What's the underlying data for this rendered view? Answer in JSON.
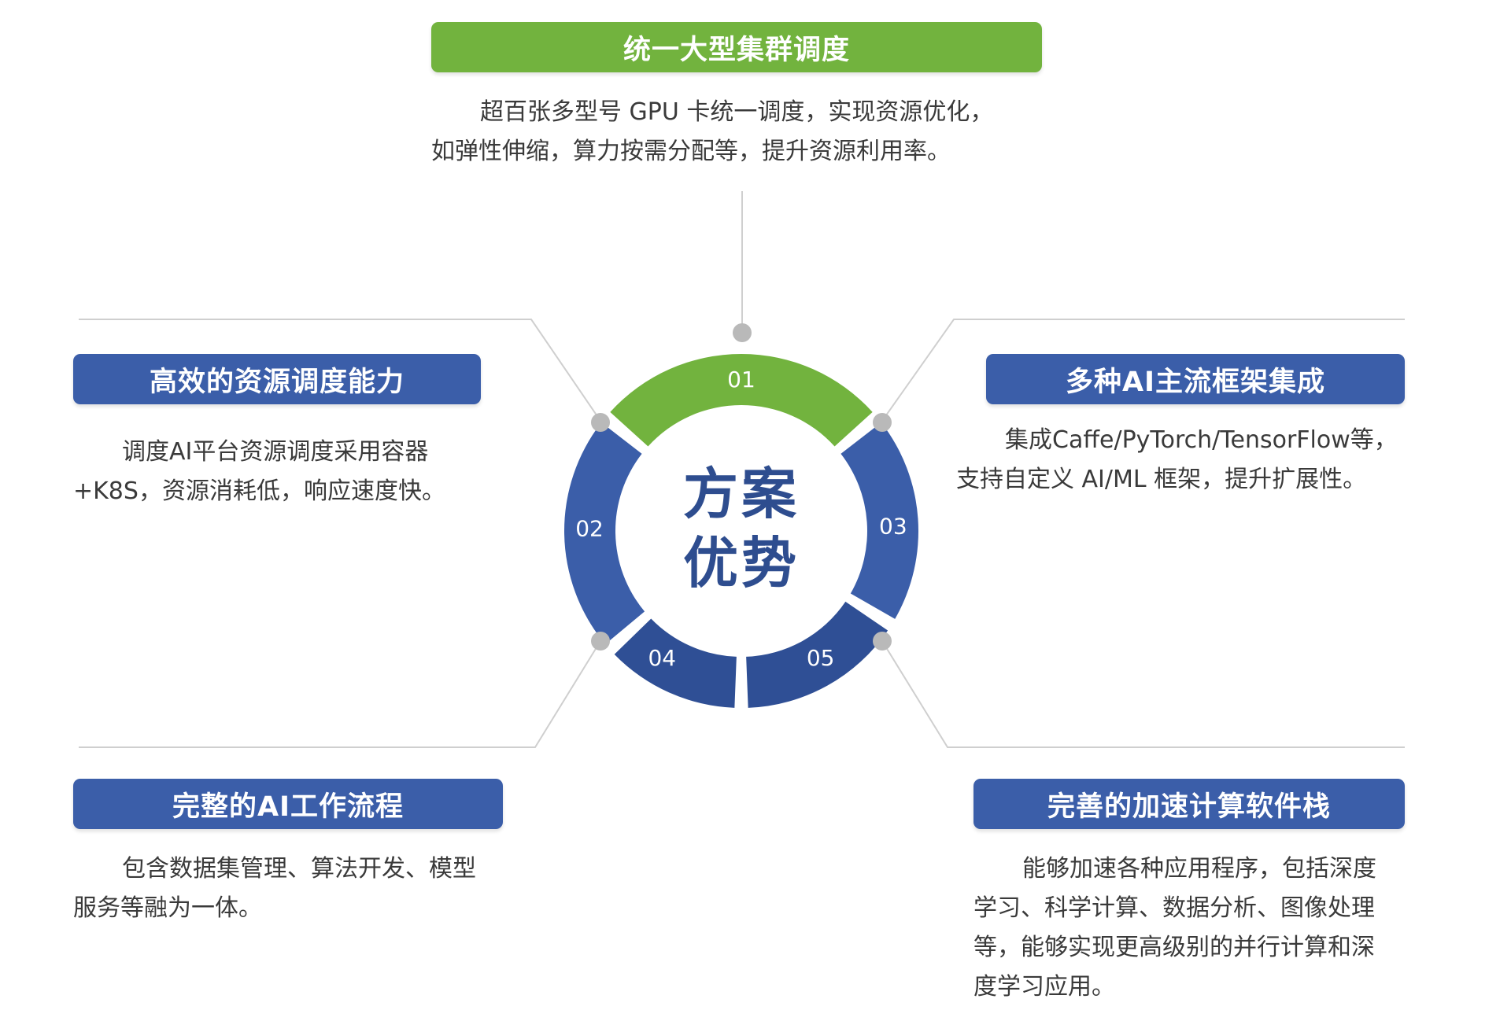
{
  "center": {
    "line1": "方案",
    "line2": "优势"
  },
  "segments": [
    {
      "number": "01"
    },
    {
      "number": "02"
    },
    {
      "number": "03"
    },
    {
      "number": "04"
    },
    {
      "number": "05"
    }
  ],
  "colors": {
    "green": "#72b33e",
    "blue": "#3b5ea9",
    "blue_dark": "#2f4f95",
    "title": "#2e4d8f",
    "connector": "#cfcfcf",
    "dot": "#b9b9b9"
  },
  "advantages": [
    {
      "title": "统一大型集群调度",
      "desc": [
        "超百张多型号 GPU 卡统一调度，实现资源优化，",
        "如弹性伸缩，算力按需分配等，提升资源利用率。"
      ]
    },
    {
      "title": "高效的资源调度能力",
      "desc": [
        "调度AI平台资源调度采用容器",
        "+K8S，资源消耗低，响应速度快。"
      ]
    },
    {
      "title": "多种AI主流框架集成",
      "desc": [
        "集成Caffe/PyTorch/TensorFlow等，",
        "支持自定义 AI/ML 框架，提升扩展性。"
      ]
    },
    {
      "title": "完整的AI工作流程",
      "desc": [
        "包含数据集管理、算法开发、模型",
        "服务等融为一体。"
      ]
    },
    {
      "title": "完善的加速计算软件栈",
      "desc": [
        "能够加速各种应用程序，包括深度",
        "学习、科学计算、数据分析、图像处理",
        "等，能够实现更高级别的并行计算和深",
        "度学习应用。"
      ]
    }
  ]
}
